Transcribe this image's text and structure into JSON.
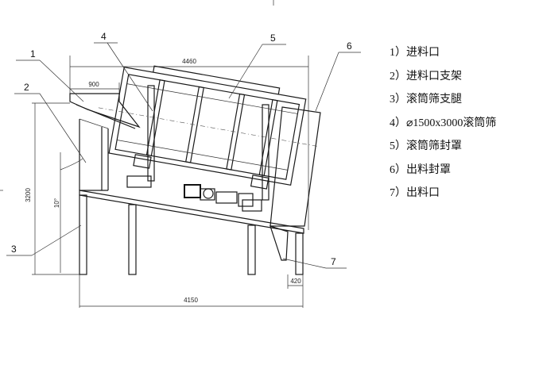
{
  "callouts": [
    "1",
    "2",
    "3",
    "4",
    "5",
    "6",
    "7"
  ],
  "dimensions": {
    "overall_top": "4460",
    "inlet_width": "900",
    "height": "3200",
    "angle": "10°",
    "base_width": "4150",
    "outlet_width": "420"
  },
  "legend": [
    "1）进料口",
    "2）进料口支架",
    "3）滚筒筛支腿",
    "4）⌀1500x3000滚筒筛",
    "5）滚筒筛封罩",
    "6）出料封罩",
    "7）出料口"
  ]
}
